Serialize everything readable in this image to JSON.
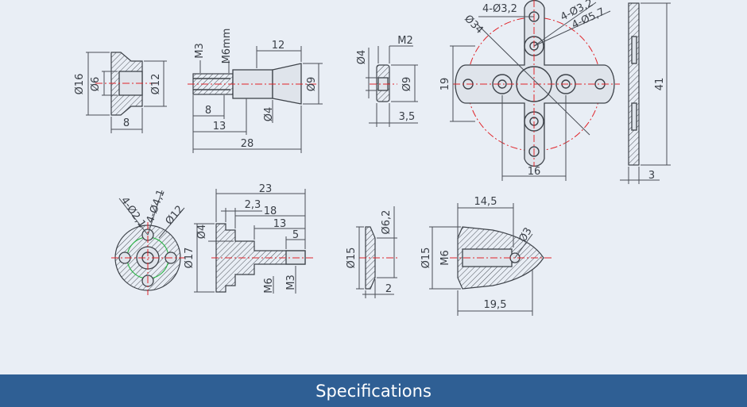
{
  "drawing": {
    "part1": {
      "d_outer": "Ø16",
      "d_bore": "Ø6",
      "d_flange": "Ø12",
      "len": "8"
    },
    "part2": {
      "thread1": "M3",
      "thread2": "M6mm",
      "top": "12",
      "d_end": "Ø9",
      "d_pin": "Ø4",
      "l1": "8",
      "l2": "13",
      "l3": "28"
    },
    "part3": {
      "d_hole": "Ø4",
      "thread": "M2",
      "d_outer": "Ø9",
      "width": "3,5"
    },
    "part4": {
      "holes_small": "4-Ø3,2",
      "circle": "Ø34",
      "holes_a": "4-Ø3,2",
      "holes_b": "4-Ø5,7",
      "h": "19",
      "w": "16",
      "side_h": "41",
      "side_w": "3"
    },
    "part5": {
      "holes_a": "4-Ø2,1",
      "holes_b": "4-Ø4,1",
      "d_hub": "Ø12"
    },
    "part6": {
      "l_total": "23",
      "l_a": "2,3",
      "l_b": "18",
      "l_c": "13",
      "l_d": "5",
      "d_head": "Ø17",
      "d_top": "Ø4",
      "t1": "M6",
      "t2": "M3"
    },
    "part7": {
      "d_out": "Ø15",
      "d_in": "Ø6,2",
      "thick": "2"
    },
    "part8": {
      "len_a": "14,5",
      "tip": "Ø3",
      "d_base": "Ø15",
      "thread": "M6",
      "len_b": "19,5"
    }
  },
  "footer": {
    "title": "Specifications"
  }
}
